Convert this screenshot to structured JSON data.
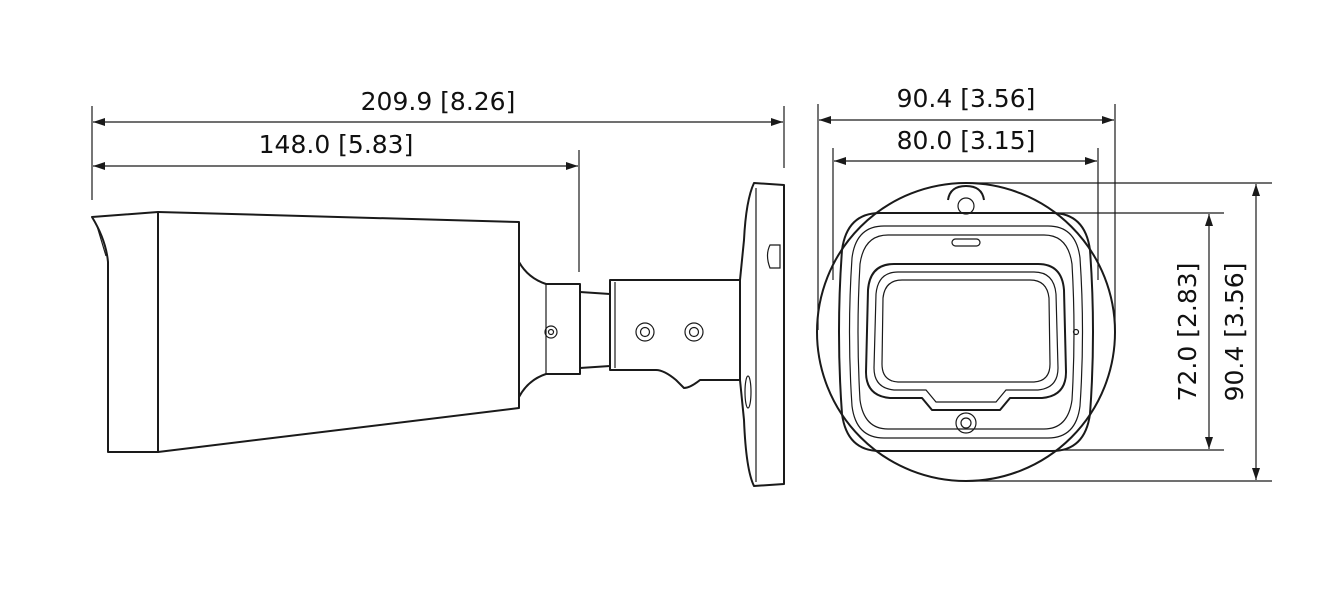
{
  "dimensions": {
    "overall_length": "209.9 [8.26]",
    "housing_length": "148.0 [5.83]",
    "front_outer_width": "90.4 [3.56]",
    "front_inner_width": "80.0 [3.15]",
    "front_inner_height": "72.0 [2.83]",
    "front_outer_height": "90.4 [3.56]"
  },
  "colors": {
    "line": "#1a1a1a",
    "background": "#ffffff"
  }
}
